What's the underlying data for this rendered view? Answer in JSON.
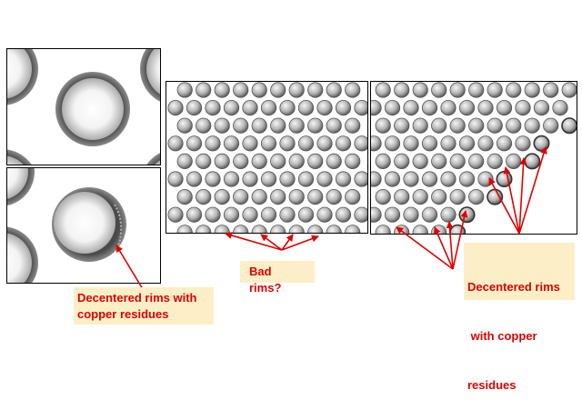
{
  "annotations": {
    "left_callout": [
      "Decentered rims with",
      "copper residues"
    ],
    "middle_callout": "Bad rims?",
    "right_callout": [
      "Decentered rims",
      " with copper",
      "residues"
    ]
  },
  "colors": {
    "arrow": "#e00000",
    "callout_bg": "#fcefc7",
    "callout_text": "#e00000",
    "rim": "#5a5a5a",
    "ball_light": "#f2f2f2",
    "ball_dark": "#6a6a6a"
  },
  "panels": {
    "top_left": "single via closeup, centered rim",
    "bottom_left": "single via closeup, decentered rim",
    "middle": "via array",
    "right": "via array with decentered rims"
  }
}
